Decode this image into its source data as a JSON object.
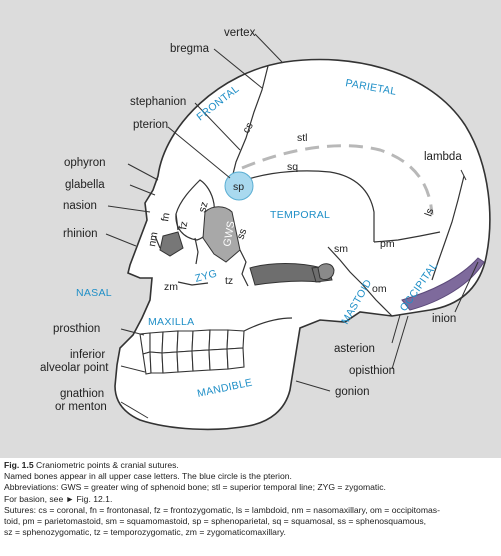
{
  "landmarks": {
    "vertex": "vertex",
    "bregma": "bregma",
    "stephanion": "stephanion",
    "pterion": "pterion",
    "ophyron": "ophyron",
    "glabella": "glabella",
    "nasion": "nasion",
    "rhinion": "rhinion",
    "prosthion": "prosthion",
    "inferior_alveolar_point_1": "inferior",
    "inferior_alveolar_point_2": "alveolar point",
    "gnathion_1": "gnathion",
    "gnathion_2": "or menton",
    "lambda": "lambda",
    "inion": "inion",
    "asterion": "asterion",
    "opisthion": "opisthion",
    "gonion": "gonion"
  },
  "bones": {
    "frontal": "FRONTAL",
    "parietal": "PARIETAL",
    "temporal": "TEMPORAL",
    "gws": "GWS",
    "zyg": "ZYG",
    "nasal": "NASAL",
    "maxilla": "MAXILLA",
    "mandible": "MANDIBLE",
    "mastoid": "MASTOID",
    "occipital": "OCCIPITAL"
  },
  "sutures": {
    "cs": "cs",
    "stl": "stl",
    "sq": "sq",
    "sp": "sp",
    "sz": "sz",
    "ss": "ss",
    "fz": "fz",
    "fn": "fn",
    "nm": "nm",
    "zm": "zm",
    "tz": "tz",
    "sm": "sm",
    "pm": "pm",
    "om": "om",
    "ls": "ls"
  },
  "caption": {
    "fig_number": "Fig. 1.5",
    "title": "Craniometric points & cranial sutures.",
    "line2": "Named bones appear in all upper case letters. The blue circle is the pterion.",
    "line3": "Abbreviations: GWS = greater wing of sphenoid bone; stl = superior temporal line; ZYG = zygomatic.",
    "line4": "For basion, see ► Fig. 12.1.",
    "line5": "Sutures:  cs = coronal,  fn = frontonasal,  fz = frontozygomatic,  ls = lambdoid,  nm = nasomaxillary,  om = occipitomas-",
    "line6": "toid,   pm = parietomastoid,   sm = squamomastoid,   sp = sphenoparietal,   sq = squamosal,   ss = sphenosquamous,",
    "line7": "sz = sphenozygomatic, tz = temporozygomatic, zm = zygomaticomaxillary."
  },
  "colors": {
    "background": "#dcdcdc",
    "skull": "#ffffff",
    "outline": "#333333",
    "pterion_circle": "#a9d9ef",
    "bone_label": "#1f8fc7",
    "gws_fill": "#a0a0a0",
    "dark_gray": "#6e6e6e",
    "inion_ridge": "#7e6a9c"
  }
}
